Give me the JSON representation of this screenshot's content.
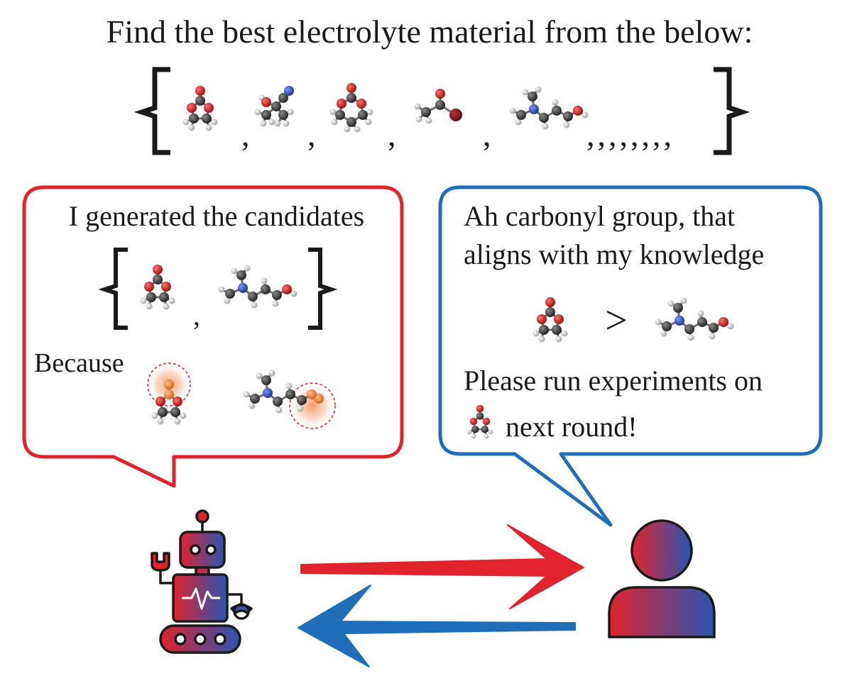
{
  "title": "Find the best electrolyte material from the below:",
  "top_set": {
    "molecules": [
      "cyclic-carbonate",
      "hydroxy-nitrile",
      "six-ring-carbonate",
      "acetyl-chloride",
      "dimethylaminoethanol"
    ],
    "separator": ",",
    "trailing_commas": ",,,,,,,,"
  },
  "ai_bubble": {
    "line1": "I generated the candidates",
    "candidates": [
      "cyclic-carbonate",
      "dimethylaminoethanol"
    ],
    "separator": ",",
    "because_label": "Because",
    "highlight_color": "#f08a4b",
    "border_color": "#e0232d"
  },
  "human_bubble": {
    "line1": "Ah carbonyl group, that",
    "line2": "aligns with my knowledge",
    "comparison_symbol": ">",
    "line3": "Please run experiments on",
    "line4": "next round!",
    "border_color": "#1f6fb8"
  },
  "colors": {
    "red": "#e0232d",
    "blue": "#1f6fb8",
    "atom_c": "#3a3a3a",
    "atom_o": "#d42020",
    "atom_n": "#2b4fc9",
    "atom_h": "#e6e6e6"
  },
  "icons": {
    "robot": "robot-icon",
    "human": "person-icon",
    "arrow_to_human": "arrow-right-icon",
    "arrow_to_robot": "arrow-left-icon"
  }
}
